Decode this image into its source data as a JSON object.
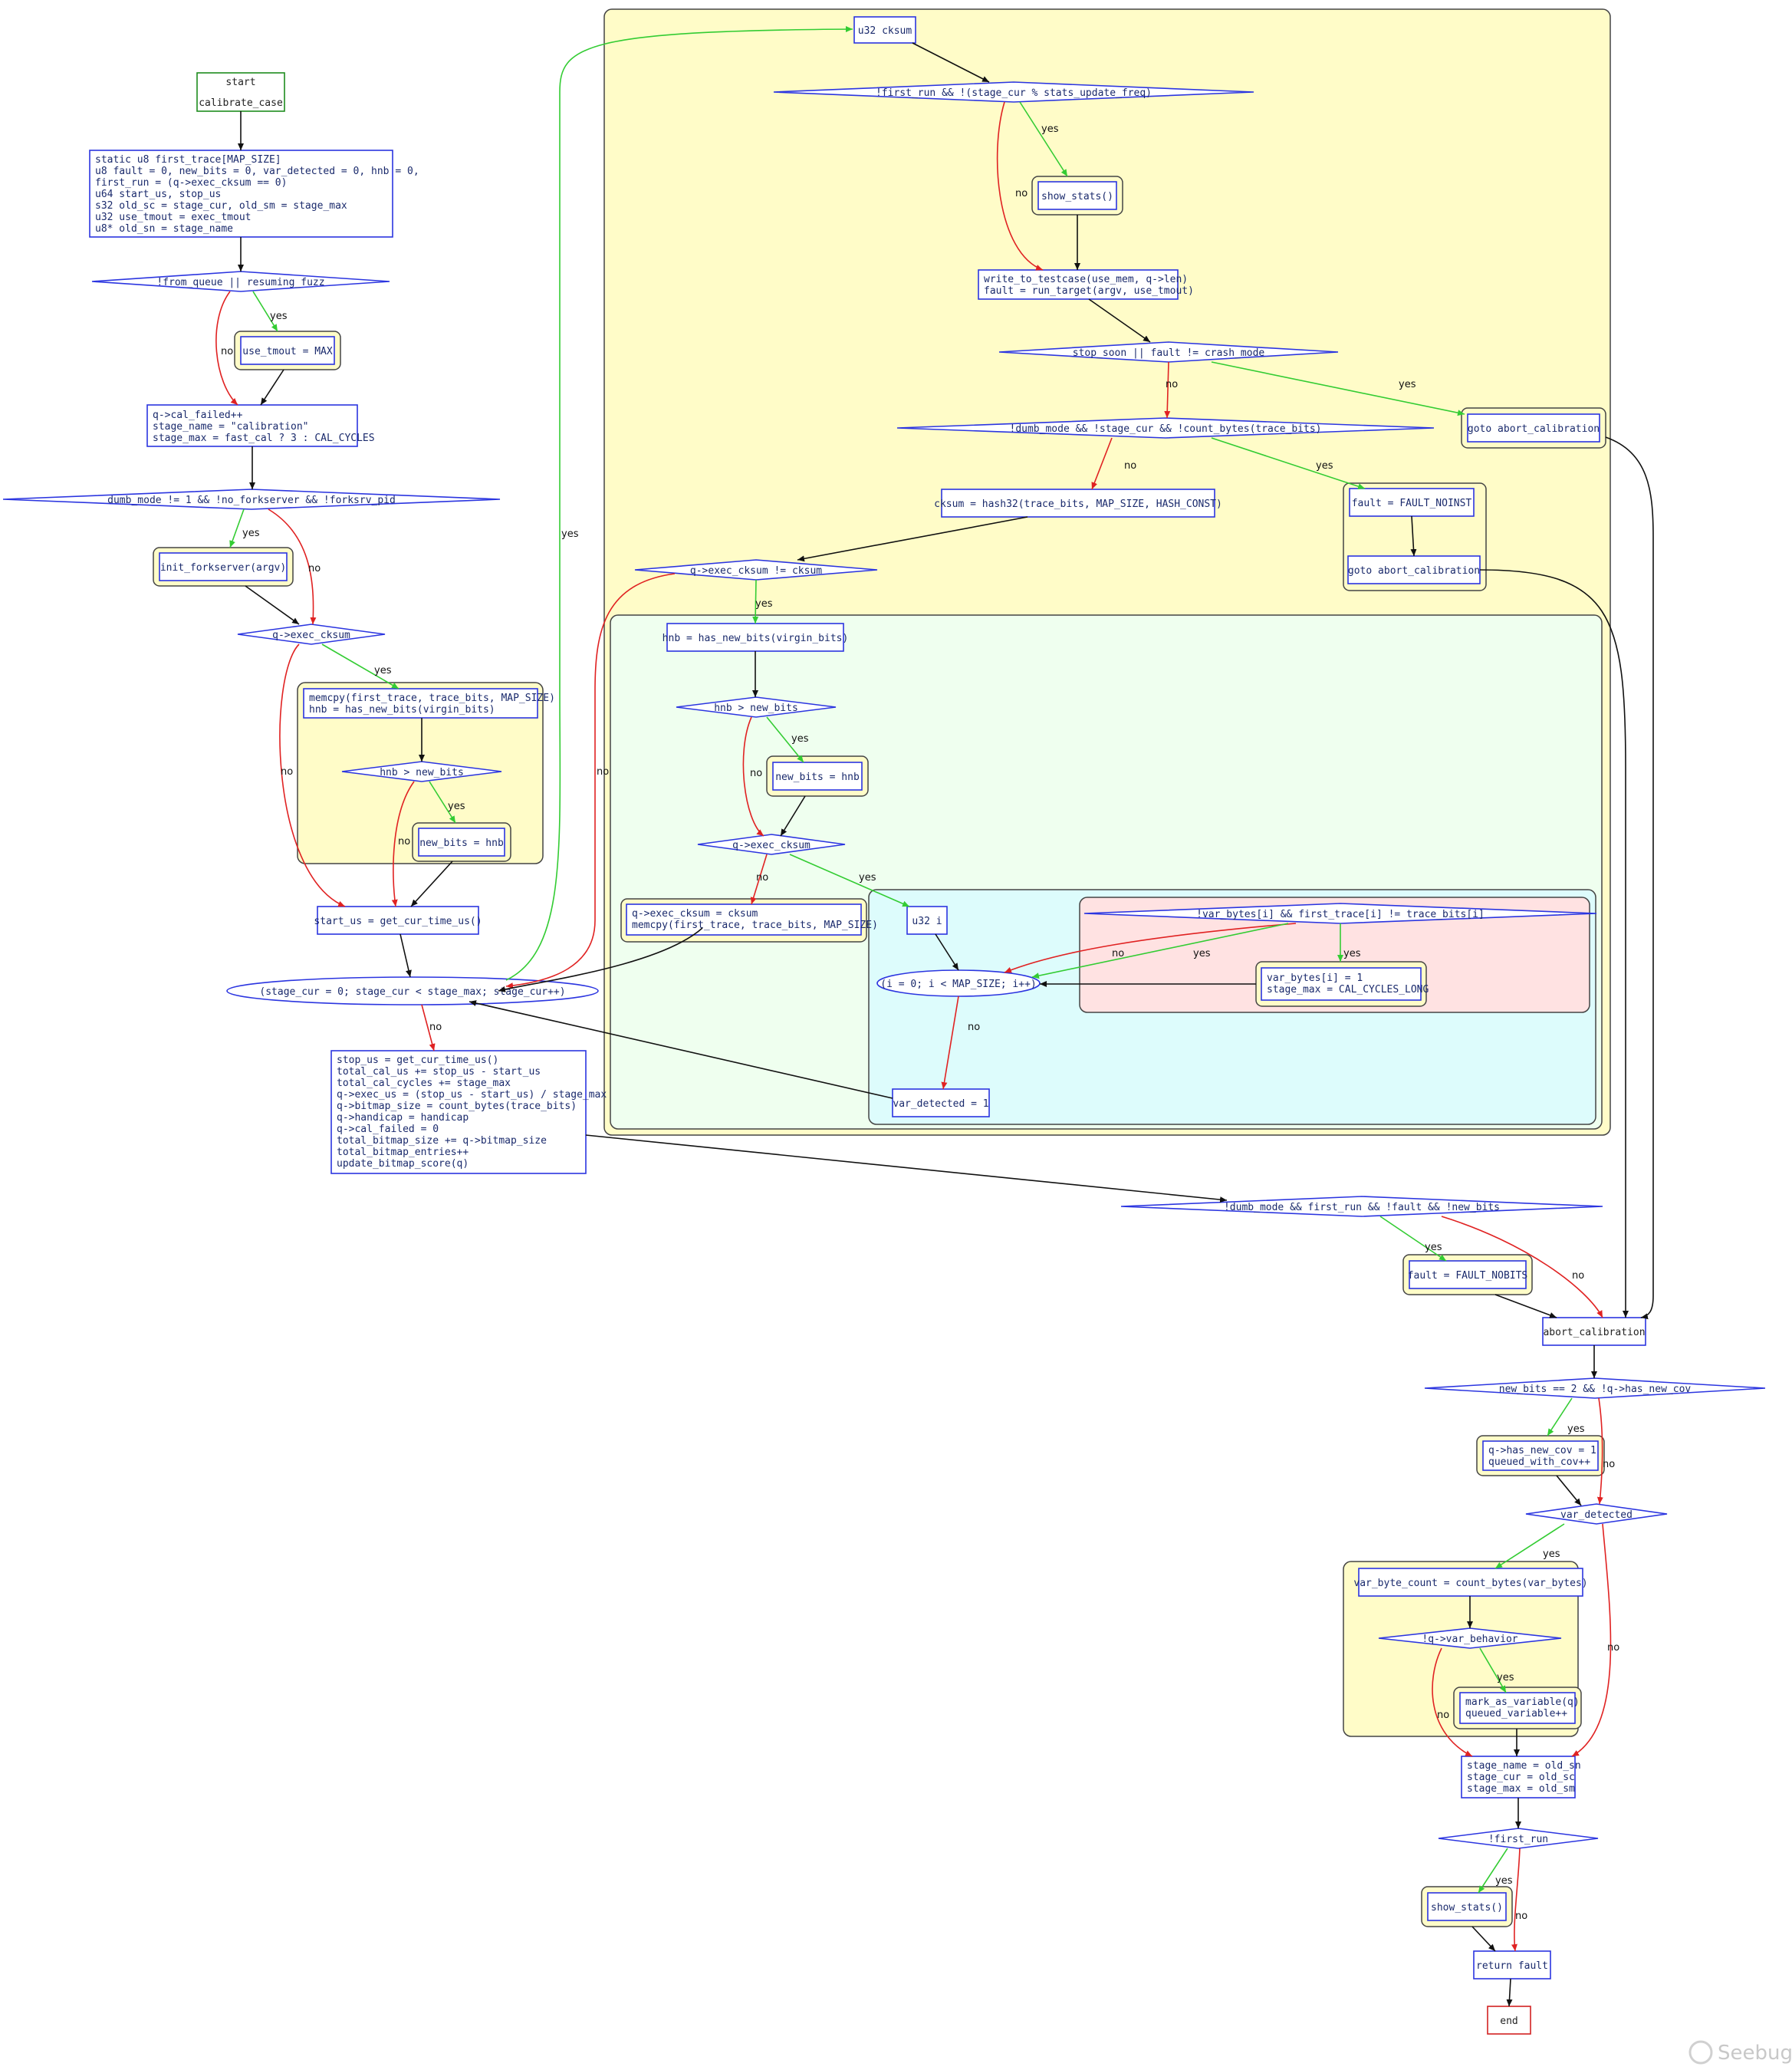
{
  "diagram": {
    "title": "",
    "nodes": {
      "start": [
        "start",
        "",
        "calibrate_case"
      ],
      "decl": [
        "static u8 first_trace[MAP_SIZE]",
        "u8 fault = 0, new_bits = 0, var_detected = 0, hnb = 0,",
        "first_run = (q->exec_cksum == 0)",
        "u64 start_us, stop_us",
        "s32 old_sc = stage_cur, old_sm = stage_max",
        "u32 use_tmout = exec_tmout",
        "u8* old_sn = stage_name"
      ],
      "cond_fromqueue": "!from_queue || resuming_fuzz",
      "use_tmout": "use_tmout = MAX",
      "calfailed": [
        "q->cal_failed++",
        "stage_name = \"calibration\"",
        "stage_max = fast_cal ? 3 : CAL_CYCLES"
      ],
      "cond_dumb": "dumb_mode != 1 && !no_forkserver && !forksrv_pid",
      "init_fs": "init_forkserver(argv)",
      "cond_execcksum": "q->exec_cksum",
      "memcpy1": [
        "memcpy(first_trace, trace_bits, MAP_SIZE)",
        "hnb = has_new_bits(virgin_bits)"
      ],
      "cond_hnb1": "hnb > new_bits",
      "newbits1": "new_bits = hnb",
      "start_us": "start_us = get_cur_time_us()",
      "loop": "(stage_cur = 0; stage_cur < stage_max; stage_cur++)",
      "stop_us": [
        "stop_us = get_cur_time_us()",
        "total_cal_us += stop_us - start_us",
        "total_cal_cycles += stage_max",
        "q->exec_us = (stop_us - start_us) / stage_max",
        "q->bitmap_size = count_bytes(trace_bits)",
        "q->handicap = handicap",
        "q->cal_failed = 0",
        "total_bitmap_size += q->bitmap_size",
        "total_bitmap_entries++",
        "update_bitmap_score(q)"
      ],
      "u32cksum": "u32 cksum",
      "cond_firstrun": "!first_run && !(stage_cur % stats_update_freq)",
      "show_stats1": "show_stats()",
      "write_tc": [
        "write_to_testcase(use_mem, q->len)",
        "fault = run_target(argv, use_tmout)"
      ],
      "cond_stopsoon": "stop_soon || fault != crash_mode",
      "goto1": "goto abort_calibration",
      "cond_dumb2": "!dumb_mode && !stage_cur && !count_bytes(trace_bits)",
      "cksum_hash": "cksum = hash32(trace_bits, MAP_SIZE, HASH_CONST)",
      "fault_noinst": "fault = FAULT_NOINST",
      "goto2": "goto abort_calibration",
      "cond_cksum": "q->exec_cksum != cksum",
      "hnb2": "hnb = has_new_bits(virgin_bits)",
      "cond_hnb2": "hnb > new_bits",
      "newbits2": "new_bits = hnb",
      "cond_execcksum2": "q->exec_cksum",
      "assign_cksum": [
        "q->exec_cksum = cksum",
        "memcpy(first_trace, trace_bits, MAP_SIZE)"
      ],
      "u32i": "u32 i",
      "cond_varbytes": "!var_bytes[i] && first_trace[i] != trace_bits[i]",
      "loop_i": "(i = 0; i < MAP_SIZE; i++)",
      "var_bytes_set": [
        "var_bytes[i] = 1",
        "stage_max = CAL_CYCLES_LONG"
      ],
      "var_detected": "var_detected = 1",
      "cond_nobits": "!dumb_mode && first_run && !fault && !new_bits",
      "fault_nobits": "fault = FAULT_NOBITS",
      "abort_cal": "abort_calibration",
      "cond_newbits2": "new_bits == 2 && !q->has_new_cov",
      "has_new_cov": [
        "q->has_new_cov = 1",
        "queued_with_cov++"
      ],
      "cond_vardet": "var_detected",
      "var_byte_count": "var_byte_count = count_bytes(var_bytes)",
      "cond_varbeh": "!q->var_behavior",
      "mark_var": [
        "mark_as_variable(q)",
        "queued_variable++"
      ],
      "restore": [
        "stage_name = old_sn",
        "stage_cur = old_sc",
        "stage_max = old_sm"
      ],
      "cond_firstrun2": "!first_run",
      "show_stats2": "show_stats()",
      "return_fault": "return fault",
      "end": "end"
    },
    "edge_labels": {
      "yes": "yes",
      "no": "no"
    },
    "colors": {
      "yes_edge": "#33cc33",
      "no_edge": "#e02222",
      "node_border": "#2b35e0",
      "cluster_yellow": "#fffcc8",
      "cluster_green": "#efffef",
      "cluster_cyan": "#ddfcfc",
      "cluster_pink": "#ffe2e2"
    }
  },
  "watermark": "Seebug"
}
